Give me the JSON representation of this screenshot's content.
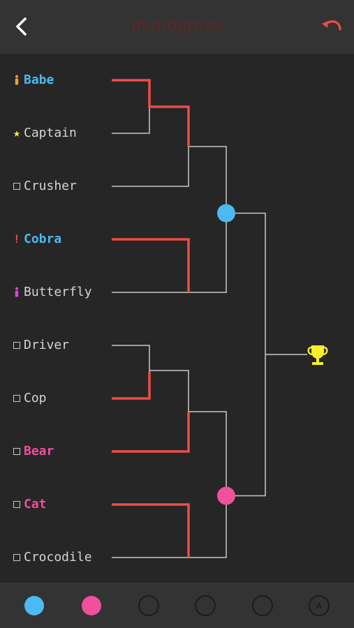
{
  "header": {
    "title": "in progress",
    "accent": "#ef4c44"
  },
  "players": [
    {
      "name": "Babe",
      "color": "blue",
      "icon": "figure-icon",
      "icon_color": "#f0a030",
      "won_first_round": true
    },
    {
      "name": "Captain",
      "color": "default",
      "icon": "star-icon",
      "icon_color": "#f7ef2a",
      "won_first_round": false
    },
    {
      "name": "Crusher",
      "color": "default",
      "icon": "box-icon",
      "won_first_round": false
    },
    {
      "name": "Cobra",
      "color": "blue",
      "icon": "exclamation-icon",
      "icon_color": "#ef4c44",
      "won_first_round": true
    },
    {
      "name": "Butterfly",
      "color": "default",
      "icon": "figure-icon",
      "icon_color": "#e040e0",
      "won_first_round": false
    },
    {
      "name": "Driver",
      "color": "default",
      "icon": "box-icon",
      "won_first_round": false
    },
    {
      "name": "Cop",
      "color": "default",
      "icon": "box-icon",
      "won_first_round": true
    },
    {
      "name": "Bear",
      "color": "pink",
      "icon": "box-icon",
      "won_first_round": true
    },
    {
      "name": "Cat",
      "color": "pink",
      "icon": "box-icon",
      "won_first_round": true
    },
    {
      "name": "Crocodile",
      "color": "default",
      "icon": "box-icon",
      "won_first_round": false
    }
  ],
  "colors": {
    "blue_team": "#4bbaf0",
    "pink_team": "#f0509c",
    "winner_line": "#ef4c44",
    "line": "#c8c8c8",
    "trophy": "#f7ef2a"
  },
  "footer_tabs": [
    {
      "name": "blue-team-tab",
      "type": "filled",
      "color": "#4bbaf0"
    },
    {
      "name": "pink-team-tab",
      "type": "filled",
      "color": "#f0509c"
    },
    {
      "name": "empty-slot-tab-1",
      "type": "outline"
    },
    {
      "name": "empty-slot-tab-2",
      "type": "outline"
    },
    {
      "name": "empty-slot-tab-3",
      "type": "outline"
    },
    {
      "name": "auto-tab",
      "type": "auto",
      "label": "A"
    }
  ]
}
